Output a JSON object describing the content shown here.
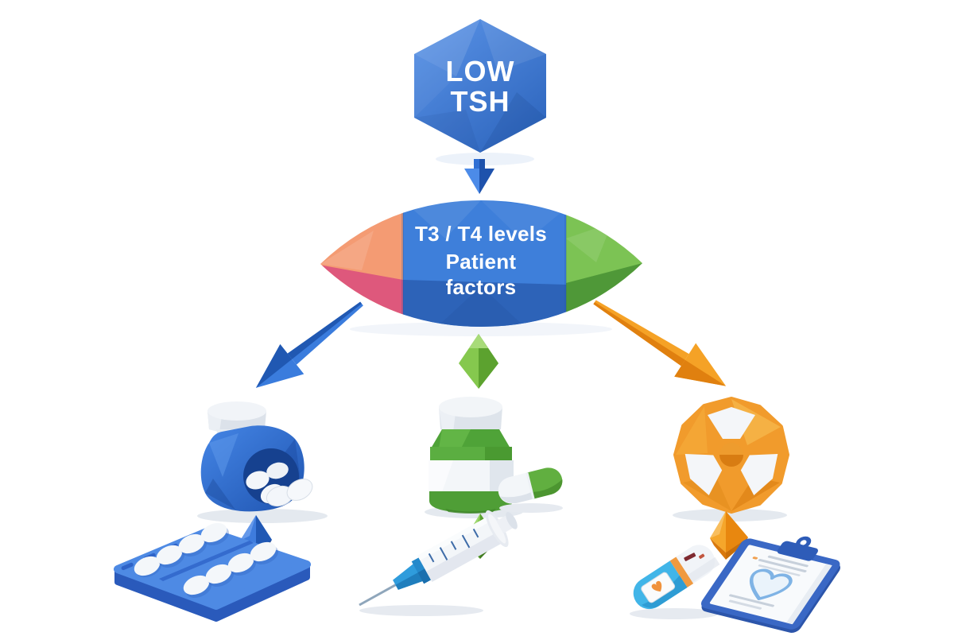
{
  "diagram": {
    "start_node": {
      "label_lines": [
        "LOW",
        "TSH"
      ]
    },
    "decision_node": {
      "label_lines": [
        "T3 / T4 levels",
        "Patient",
        "factors"
      ]
    },
    "branches": [
      {
        "id": "left",
        "arrow_color": "#3374D8",
        "items": [
          "pill-bottle",
          "down-arrow",
          "blister-pack"
        ]
      },
      {
        "id": "middle",
        "arrow_color": "#7CC047",
        "items": [
          "medicine-jar",
          "capsule",
          "down-arrow",
          "syringe"
        ]
      },
      {
        "id": "right",
        "arrow_color": "#F5A226",
        "items": [
          "radioiodine-disc",
          "down-arrow",
          "monitor-device",
          "clipboard-chart"
        ]
      }
    ],
    "colors": {
      "hex_blue": "#3D7AD4",
      "lens_blue": "#3E7FDA",
      "segment_salmon": "#F49B73",
      "segment_pink": "#DE587C",
      "segment_green": "#7CC354",
      "arrow_blue": "#3374D8",
      "arrow_green": "#85C84E",
      "arrow_orange": "#F5A226",
      "bottle_blue": "#2E6FD2",
      "jar_green": "#55A83C",
      "syringe_blue": "#2F9CDC",
      "radiation_orange": "#F19B2C",
      "device_blue": "#41B5E8",
      "clipboard_blue": "#3A68C5",
      "background": "#FFFFFF"
    }
  }
}
